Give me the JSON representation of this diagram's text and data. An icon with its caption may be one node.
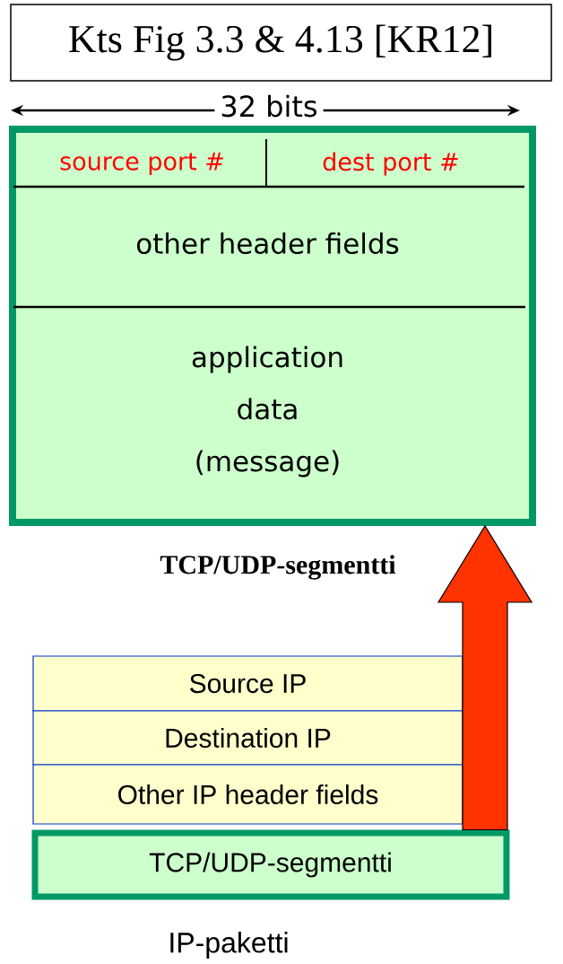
{
  "diagram": {
    "nodes": [
      {
        "text": [
          "Kts Fig 3.3 & 4.13 [KR12]"
        ]
      },
      {
        "text": [],
        "shape": "box",
        "beside": [
          "TCP/UDP-segmentti"
        ]
      },
      {
        "text": [
          "source port #"
        ],
        "in": 1
      },
      {
        "text": [
          "dest port #"
        ],
        "in": 1
      },
      {
        "text": [
          "other header fields"
        ],
        "in": 1
      },
      {
        "text": [
          "application data (message)"
        ],
        "in": 1
      },
      {
        "text": [
          "Source IP"
        ]
      },
      {
        "text": [
          "Destination  IP"
        ]
      },
      {
        "text": [
          "Other IP header fields"
        ]
      },
      {
        "text": [
          "TCP/UDP-segmentti"
        ]
      }
    ],
    "edges": [
      {
        "from": 9,
        "to": 1,
        "arrow": "to",
        "style": "thick",
        "color": "#ff3300"
      }
    ],
    "labels": [
      "32 bits",
      "IP-paketti"
    ]
  }
}
